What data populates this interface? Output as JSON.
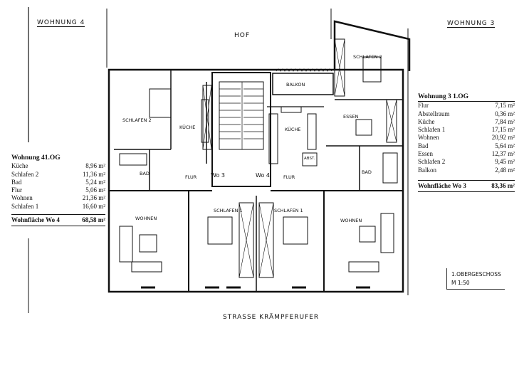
{
  "labels": {
    "w4": "WOHNUNG 4",
    "w3": "WOHNUNG 3",
    "hof": "HOF",
    "street": "STRASSE  KRÄMPFERUFER",
    "balkon": "BALKON",
    "kueche_l": "KÜCHE",
    "kueche_r": "KÜCHE",
    "schlafen2_l": "SCHLAFEN 2",
    "schlafen2_r": "SCHLAFEN 2",
    "bad_l": "BAD",
    "bad_r": "BAD",
    "flur_l": "FLUR",
    "flur_r": "FLUR",
    "wo3": "Wo 3",
    "wo4": "Wo 4",
    "abst": "ABST.",
    "essen": "ESSEN",
    "wohnen_l": "WOHNEN",
    "wohnen_r": "WOHNEN",
    "schlafen1_l": "SCHLAFEN 1",
    "schlafen1_r": "SCHLAFEN 1"
  },
  "left_table": {
    "title": "Wohnung 41.OG",
    "rows": [
      {
        "name": "Küche",
        "value": "8,96 m²"
      },
      {
        "name": "Schlafen 2",
        "value": "11,36 m²"
      },
      {
        "name": "Bad",
        "value": "5,24 m²"
      },
      {
        "name": "Flur",
        "value": "5,06 m²"
      },
      {
        "name": "Wohnen",
        "value": "21,36 m²"
      },
      {
        "name": "Schlafen 1",
        "value": "16,60 m²"
      }
    ],
    "total_label": "Wohnfläche Wo 4",
    "total_value": "68,58 m²"
  },
  "right_table": {
    "title": "Wohnung 3 1.OG",
    "rows": [
      {
        "name": "Flur",
        "value": "7,15 m²"
      },
      {
        "name": "Abstellraum",
        "value": "0,36 m²"
      },
      {
        "name": "Küche",
        "value": "7,84 m²"
      },
      {
        "name": "Schlafen 1",
        "value": "17,15 m²"
      },
      {
        "name": "Wohnen",
        "value": "20,92 m²"
      },
      {
        "name": "Bad",
        "value": "5,64 m²"
      },
      {
        "name": "Essen",
        "value": "12,37 m²"
      },
      {
        "name": "Schlafen 2",
        "value": "9,45 m²"
      },
      {
        "name": "Balkon",
        "value": "2,48 m²"
      }
    ],
    "total_label": "Wohnfläche Wo 3",
    "total_value": "83,36 m²"
  },
  "stamp": {
    "floor": "1.OBERGESCHOSS",
    "scale": "M 1:50"
  }
}
